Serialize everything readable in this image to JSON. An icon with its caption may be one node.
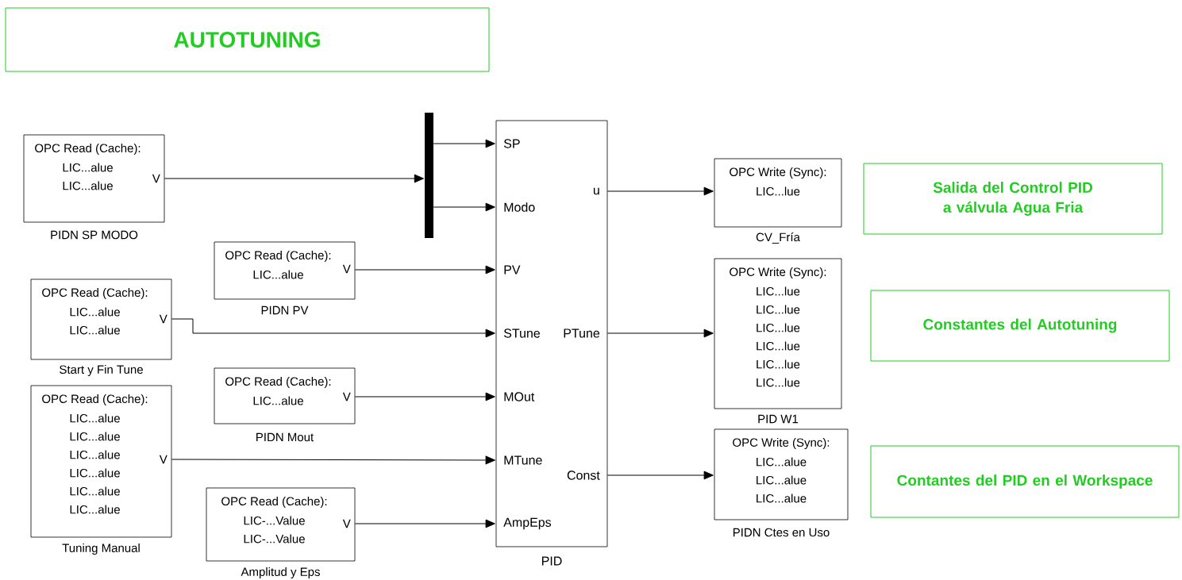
{
  "diagram": {
    "nodes": [
      {
        "text": [
          "AUTOTUNING"
        ]
      },
      {
        "text": [
          "OPC Read (Cache):",
          "LIC...alue",
          "LIC...alue",
          "V"
        ],
        "beside": [
          "PIDN SP MODO"
        ]
      },
      {
        "text": [],
        "shape": "bar"
      },
      {
        "text": [
          "OPC Read (Cache):",
          "LIC...alue",
          "V"
        ],
        "beside": [
          "PIDN PV"
        ]
      },
      {
        "text": [
          "OPC Read (Cache):",
          "LIC...alue",
          "LIC...alue",
          "V"
        ],
        "beside": [
          "Start y Fin Tune"
        ]
      },
      {
        "text": [
          "OPC Read (Cache):",
          "LIC...alue",
          "LIC...alue",
          "LIC...alue",
          "LIC...alue",
          "LIC...alue",
          "LIC...alue",
          "V"
        ],
        "beside": [
          "Tuning Manual"
        ]
      },
      {
        "text": [
          "OPC Read (Cache):",
          "LIC...alue",
          "V"
        ],
        "beside": [
          "PIDN Mout"
        ]
      },
      {
        "text": [
          "OPC Read (Cache):",
          "LIC-...Value",
          "LIC-...Value",
          "V"
        ],
        "beside": [
          "Amplitud y Eps"
        ]
      },
      {
        "text": [
          "SP",
          "Modo",
          "PV",
          "STune",
          "MOut",
          "MTune",
          "AmpEps",
          "u",
          "PTune",
          "Const"
        ],
        "beside": [
          "PID"
        ]
      },
      {
        "text": [
          "OPC Write (Sync):",
          "LIC...lue"
        ],
        "beside": [
          "CV_Fría"
        ]
      },
      {
        "text": [
          "OPC Write (Sync):",
          "LIC...lue",
          "LIC...lue",
          "LIC...lue",
          "LIC...lue",
          "LIC...lue",
          "LIC...lue"
        ],
        "beside": [
          "PID W1"
        ]
      },
      {
        "text": [
          "OPC Write (Sync):",
          "LIC...alue",
          "LIC...alue",
          "LIC...alue"
        ],
        "beside": [
          "PIDN Ctes en Uso"
        ]
      },
      {
        "text": [
          "Salida del Control PID a válvula Agua Fria"
        ]
      },
      {
        "text": [
          "Constantes del Autotuning"
        ]
      },
      {
        "text": [
          "Contantes del PID en el Workspace"
        ]
      }
    ],
    "edges": [
      {
        "from": 1,
        "to": 2,
        "arrow": "to"
      },
      {
        "from": 2,
        "to": 8,
        "arrow": "to"
      },
      {
        "from": 2,
        "to": 8,
        "arrow": "to"
      },
      {
        "from": 3,
        "to": 8,
        "arrow": "to"
      },
      {
        "from": 4,
        "to": 8,
        "arrow": "to"
      },
      {
        "from": 6,
        "to": 8,
        "arrow": "to"
      },
      {
        "from": 5,
        "to": 8,
        "arrow": "to"
      },
      {
        "from": 7,
        "to": 8,
        "arrow": "to"
      },
      {
        "from": 8,
        "to": 9,
        "arrow": "to"
      },
      {
        "from": 8,
        "to": 10,
        "arrow": "to"
      },
      {
        "from": 8,
        "to": 11,
        "arrow": "to"
      }
    ]
  }
}
